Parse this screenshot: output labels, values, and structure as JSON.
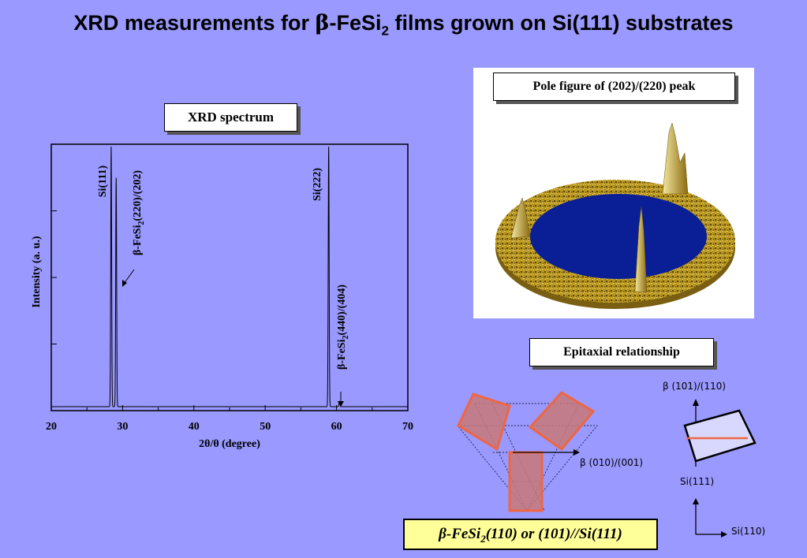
{
  "title_parts": {
    "lead": "XRD measurements for ",
    "beta": "β",
    "mid": "-FeSi",
    "sub": "2",
    "tail": " films grown on Si(111) substrates"
  },
  "xrd_box": "XRD  spectrum",
  "pole_box": "Pole figure of (202)/(220) peak",
  "epi_box": "Epitaxial relationship",
  "chart_data": {
    "type": "line",
    "xlabel": "2θ/θ (degree)",
    "ylabel": "Intensity (a. u.)",
    "xlim": [
      20,
      70
    ],
    "x_ticks": [
      20,
      30,
      40,
      50,
      60,
      70
    ],
    "y_ticks_labeled": false,
    "peaks": [
      {
        "x": 28.4,
        "rel_height": 1.0,
        "label": "Si(111)"
      },
      {
        "x": 29.1,
        "rel_height": 0.88,
        "label": "β-FeSi2(220)/(202)"
      },
      {
        "x": 58.9,
        "rel_height": 1.0,
        "label": "Si(222)"
      },
      {
        "x": 60.4,
        "rel_height": 0.02,
        "label": "β-FeSi2(440)/(404)"
      }
    ],
    "peak_labels": {
      "si111": "Si(111)",
      "fesi_main": {
        "pre": "β-FeSi",
        "sub": "2",
        "post": "(220)/(202)"
      },
      "si222": "Si(222)",
      "fesi_small": {
        "pre": "β-FeSi",
        "sub": "2",
        "post": "(440)/(404)"
      }
    }
  },
  "epi": {
    "beta_top": "β (101)/(110)",
    "beta_right": "β (010)/(001)",
    "si111": "Si(111)",
    "si110": "Si(110)",
    "caption": {
      "pre": "β-FeSi",
      "sub": "2",
      "post": "(110) or (101)//Si(111)"
    }
  },
  "colors": {
    "background": "#9999ff",
    "caption_bg": "#ffff99",
    "triangle_orange": "#ee6644",
    "disk_blue": "#0a1e96",
    "ring_gold": "#b8961e"
  }
}
